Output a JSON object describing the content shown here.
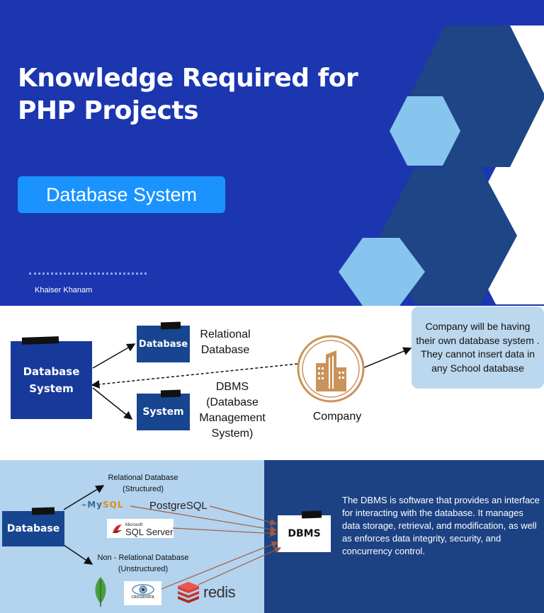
{
  "hero": {
    "title_line1": "Knowledge Required for",
    "title_line2": "PHP Projects",
    "subtitle": "Database System",
    "author": "Khaiser Khanam",
    "colors": {
      "background": "#1c36b0",
      "button": "#1a93ff",
      "hex_navy": "#1e4585",
      "hex_light": "#87c4ee"
    }
  },
  "diagram": {
    "db_system": "Database System",
    "database": "Database",
    "relational_label": "Relational Database",
    "system": "System",
    "dbms_label": "DBMS (Database Management System)",
    "company_label": "Company",
    "company_icon": "building-icon",
    "company_note": "Company will be having their own database system . They cannot insert data in any School database"
  },
  "tech": {
    "database": "Database",
    "relational_label": "Relational Database (Structured)",
    "nonrelational_label": "Non - Relational Database (Unstructured)",
    "dbms": "DBMS",
    "description": "The DBMS is software that provides an interface for interacting with the database. It manages data storage, retrieval, and modification, as well as enforces data integrity, security, and concurrency control.",
    "logos": {
      "mysql_my": "My",
      "mysql_sql": "SQL",
      "postgres": "PostgreSQL",
      "sqlserver_ms": "Microsoft",
      "sqlserver": "SQL Server",
      "cassandra": "cassandra",
      "redis": "redis",
      "mongodb_icon": "leaf-icon"
    },
    "colors": {
      "left_bg": "#b3d3ee",
      "right_bg": "#1c4284",
      "arrow": "#a05a3c"
    }
  }
}
